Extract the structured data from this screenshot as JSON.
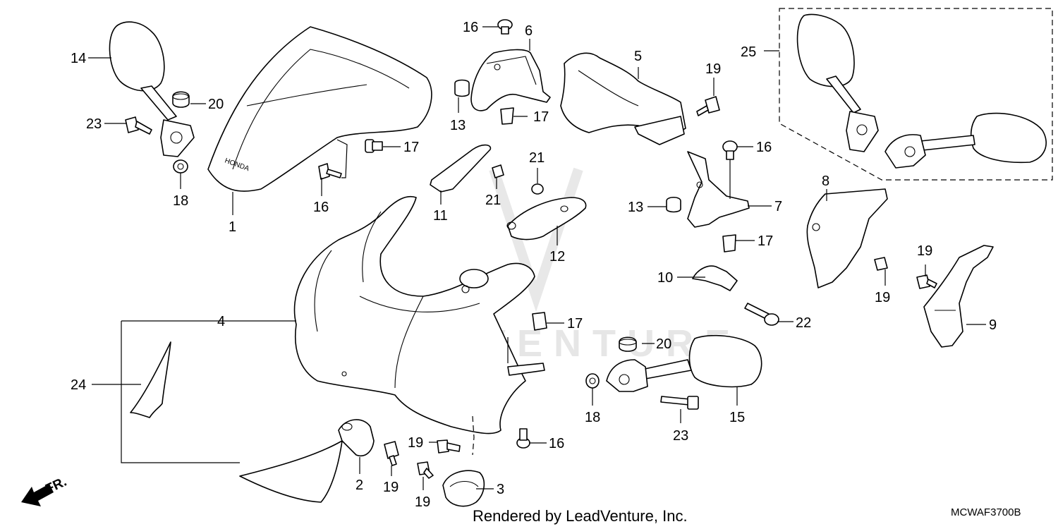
{
  "diagram": {
    "watermark": "LEADVENTURE",
    "footer_text": "Rendered by LeadVenture, Inc.",
    "diagram_code": "MCWAF3700B",
    "direction_label": "FR.",
    "windscreen_brand": "HONDA",
    "callouts": {
      "c1": "1",
      "c2": "2",
      "c3": "3",
      "c4": "4",
      "c5": "5",
      "c6": "6",
      "c7": "7",
      "c8": "8",
      "c9": "9",
      "c10": "10",
      "c11": "11",
      "c12": "12",
      "c13a": "13",
      "c13b": "13",
      "c14": "14",
      "c15": "15",
      "c16a": "16",
      "c16b": "16",
      "c16c": "16",
      "c16d": "16",
      "c17a": "17",
      "c17b": "17",
      "c17c": "17",
      "c17d": "17",
      "c18a": "18",
      "c18b": "18",
      "c19a": "19",
      "c19b": "19",
      "c19c": "19",
      "c19d": "19",
      "c19e": "19",
      "c19f": "19",
      "c20a": "20",
      "c20b": "20",
      "c21a": "21",
      "c21b": "21",
      "c22": "22",
      "c23a": "23",
      "c23b": "23",
      "c24": "24",
      "c25": "25"
    }
  }
}
